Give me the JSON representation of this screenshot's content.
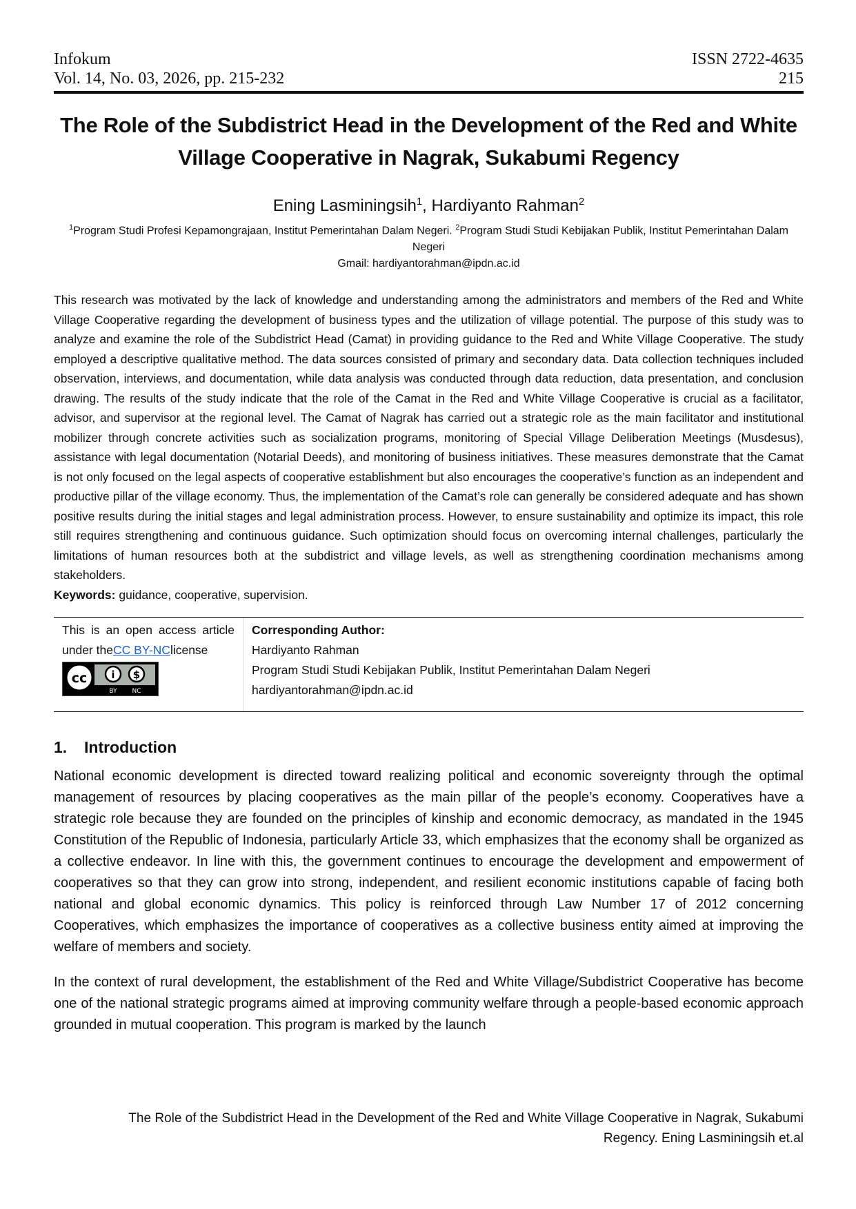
{
  "header": {
    "journal": "Infokum",
    "issn": "ISSN 2722-4635",
    "volume": "Vol. 14, No. 03, 2026, pp. 215-232",
    "page_number": "215"
  },
  "title": "The Role of the Subdistrict Head in the Development of the Red and White Village Cooperative in Nagrak, Sukabumi Regency",
  "authors": {
    "author1": "Ening Lasminingsih",
    "author1_sup": "1",
    "sep": ", ",
    "author2": "Hardiyanto Rahman",
    "author2_sup": "2"
  },
  "affiliation": {
    "sup1": "1",
    "aff1": "Program Studi Profesi Kepamongrajaan, Institut Pemerintahan Dalam Negeri. ",
    "sup2": "2",
    "aff2": "Program Studi Studi Kebijakan Publik, Institut Pemerintahan Dalam Negeri",
    "email_line": "Gmail: hardiyantorahman@ipdn.ac.id"
  },
  "abstract": "This research was motivated by the lack of knowledge and understanding among the administrators and members of the Red and White Village Cooperative regarding the development of business types and the utilization of village potential. The purpose of this study was to analyze and examine the role of the Subdistrict Head (Camat) in providing guidance to the Red and White Village Cooperative. The study employed a descriptive qualitative method. The data sources consisted of primary and secondary data. Data collection techniques included observation, interviews, and documentation, while data analysis was conducted through data reduction, data presentation, and conclusion drawing. The results of the study indicate that the role of the Camat in the Red and White Village Cooperative is crucial as a facilitator, advisor, and supervisor at the regional level. The Camat of Nagrak has carried out a strategic role as the main facilitator and institutional mobilizer through concrete activities such as socialization programs, monitoring of Special Village Deliberation Meetings (Musdesus), assistance with legal documentation (Notarial Deeds), and monitoring of business initiatives. These measures demonstrate that the Camat is not only focused on the legal aspects of cooperative establishment but also encourages the cooperative’s function as an independent and productive pillar of the village economy. Thus, the implementation of the Camat’s role can generally be considered adequate and has shown positive results during the initial stages and legal administration process. However, to ensure sustainability and optimize its impact, this role still requires strengthening and continuous guidance. Such optimization should focus on overcoming internal challenges, particularly the limitations of human resources both at the subdistrict and village levels, as well as strengthening coordination mechanisms among stakeholders.",
  "keywords": {
    "label": "Keywords:",
    "value": " guidance, cooperative, supervision."
  },
  "license": {
    "text_before": "This is an open access article under the",
    "link": "CC BY-NC",
    "text_after": "license",
    "badge_bottom_left": "BY",
    "badge_bottom_right": "NC",
    "badge_cc": "cc",
    "badge_by": "i",
    "badge_nc": "$"
  },
  "correspondence": {
    "label": "Corresponding Author:",
    "name": "Hardiyanto Rahman",
    "affiliation": "Program Studi Studi Kebijakan Publik, Institut Pemerintahan Dalam Negeri",
    "email": "hardiyantorahman@ipdn.ac.id"
  },
  "section": {
    "number": "1.",
    "title": "Introduction"
  },
  "paragraphs": [
    "National economic development is directed toward realizing political and economic sovereignty through the optimal management of resources by placing cooperatives as the main pillar of the people’s economy. Cooperatives have a strategic role because they are founded on the principles of kinship and economic democracy, as mandated in the 1945 Constitution of the Republic of Indonesia, particularly Article 33, which emphasizes that the economy shall be organized as a collective endeavor. In line with this, the government continues to encourage the development and empowerment of cooperatives so that they can grow into strong, independent, and resilient economic institutions capable of facing both national and global economic dynamics. This policy is reinforced through Law Number 17 of 2012 concerning Cooperatives, which emphasizes the importance of cooperatives as a collective business entity aimed at improving the welfare of members and society.",
    "In the context of rural development, the establishment of the Red and White Village/Subdistrict Cooperative has become one of the national strategic programs aimed at improving community welfare through a people-based economic approach grounded in mutual cooperation. This program is marked by the launch"
  ],
  "footer": {
    "line1": "The Role of the Subdistrict Head in the Development of the Red and White Village Cooperative in Nagrak, Sukabumi",
    "line2": "Regency. Ening Lasminingsih et.al"
  }
}
